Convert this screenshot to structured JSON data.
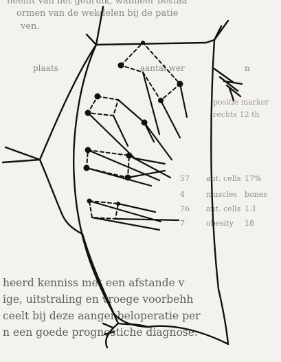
{
  "figure": {
    "top_lines": [
      "neemt van het gebruik, wanneer bestaa",
      "ormen van de wekdelen bij de patie",
      "ven."
    ],
    "column_headers": [
      "plaats",
      "aantal wer",
      "n"
    ],
    "middle_labels": [
      "",
      "positie marker",
      "rechts 12 th"
    ],
    "table_rows": [
      {
        "a": "ant. cells",
        "b": "57",
        "c": "17%"
      },
      {
        "a": "muscles",
        "b": "4",
        "c": "bones"
      },
      {
        "a": "ant. cells",
        "b": "76",
        "c": "1.1"
      },
      {
        "a": "obesity",
        "b": "7",
        "c": "18"
      }
    ],
    "bottom_lines": [
      "heerd kenniss met een afstande v",
      "ige, uitstraling en vroege voorbehh",
      "ceelt bij deze aangenbeloperatie per",
      "n een goede prognostiche diagnose."
    ]
  }
}
